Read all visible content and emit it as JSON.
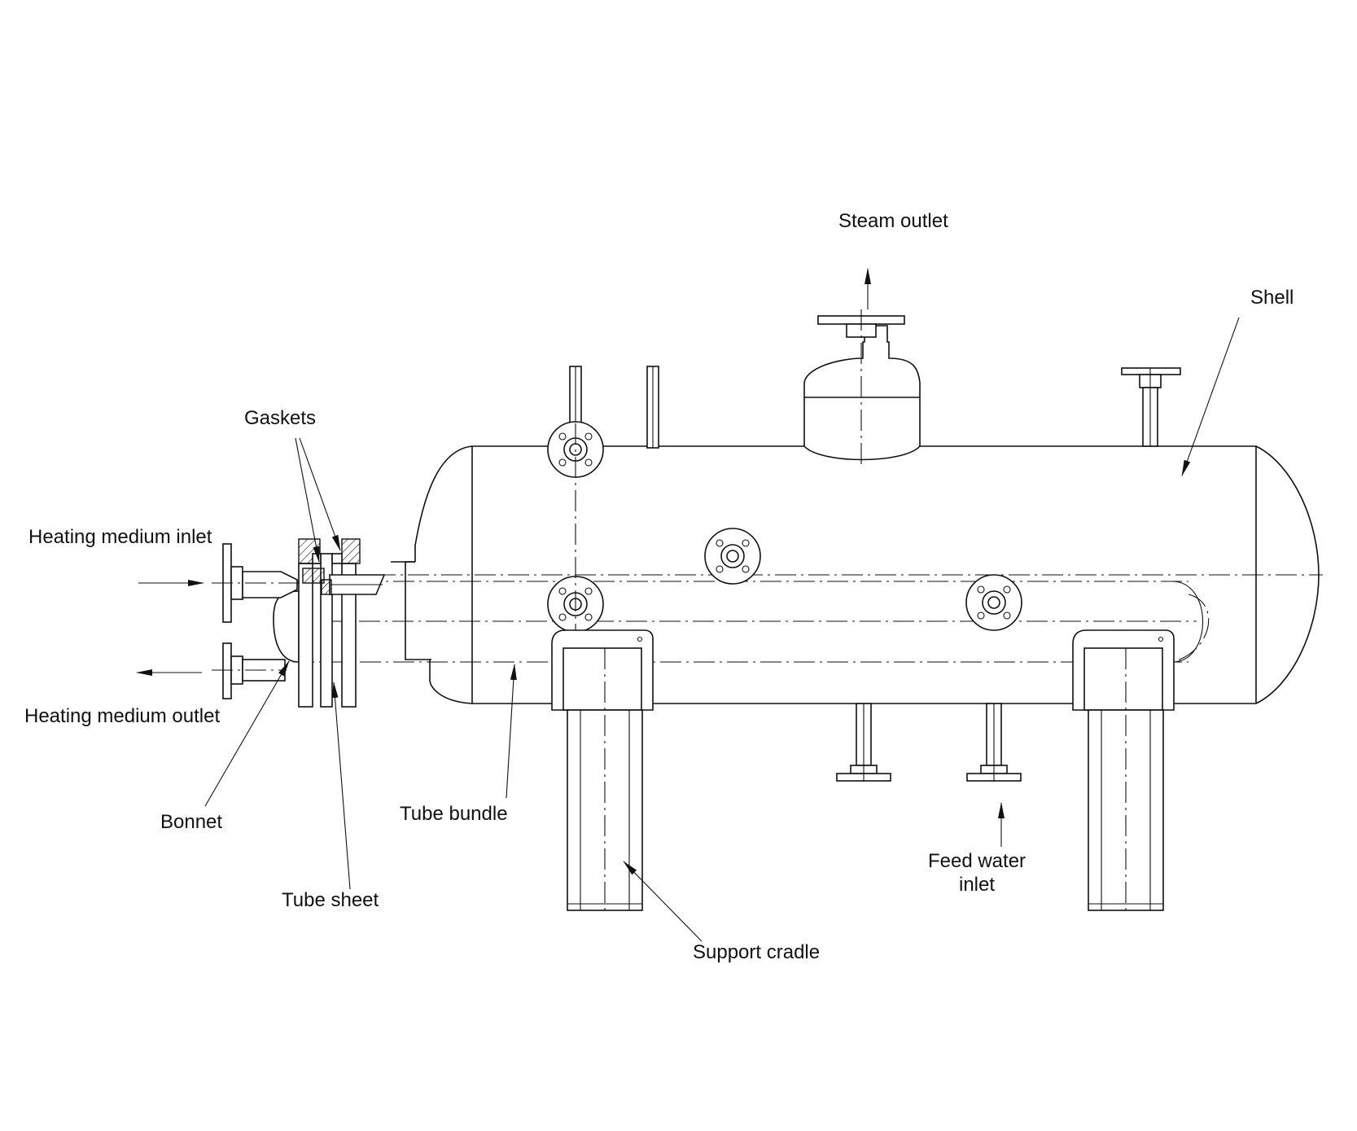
{
  "labels": {
    "steam_outlet": "Steam outlet",
    "shell": "Shell",
    "gaskets": "Gaskets",
    "heating_medium_inlet": "Heating medium inlet",
    "heating_medium_outlet": "Heating medium outlet",
    "bonnet": "Bonnet",
    "tube_bundle": "Tube bundle",
    "tube_sheet": "Tube sheet",
    "support_cradle": "Support cradle",
    "feed_water_inlet_line1": "Feed water",
    "feed_water_inlet_line2": "inlet"
  },
  "colors": {
    "line": "#111111",
    "background": "#ffffff"
  }
}
